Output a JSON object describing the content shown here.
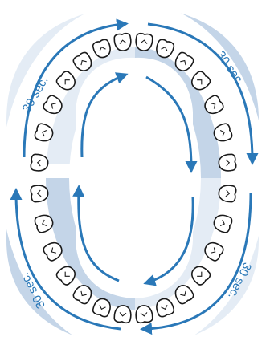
{
  "diagram": {
    "quadrant_labels": [
      "30 sec.",
      "30 sec.",
      "30 sec.",
      "30 sec."
    ],
    "colors": {
      "quadrant_light": "#e4ecf5",
      "quadrant_dark": "#c4d5e8",
      "arrow": "#2a78b8",
      "tooth_outline": "#1a1a1a",
      "gum": "#ffffff"
    }
  }
}
